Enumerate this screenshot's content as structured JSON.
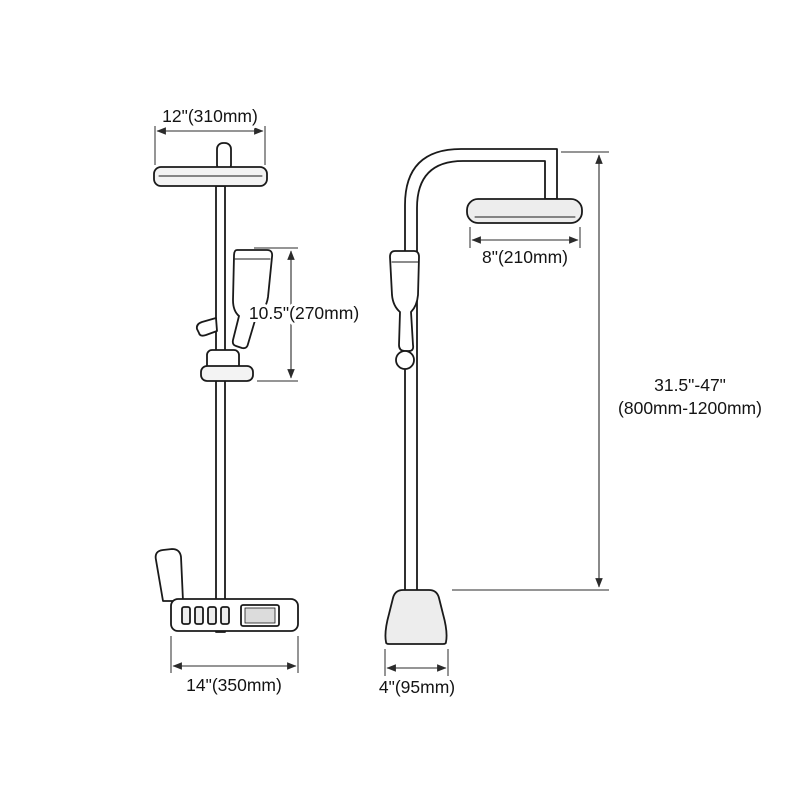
{
  "diagram": {
    "colors": {
      "line": "#1a1a1a",
      "fill_light": "#ededed",
      "background": "#ffffff"
    },
    "front_view": {
      "dim_top_width": "12\"(310mm)",
      "dim_hand_shower_height": "10.5\"(270mm)",
      "dim_bottom_width": "14\"(350mm)"
    },
    "side_view": {
      "dim_head_width": "8\"(210mm)",
      "dim_overall_height_line1": "31.5\"-47\"",
      "dim_overall_height_line2": "(800mm-1200mm)",
      "dim_base_width": "4\"(95mm)"
    }
  }
}
